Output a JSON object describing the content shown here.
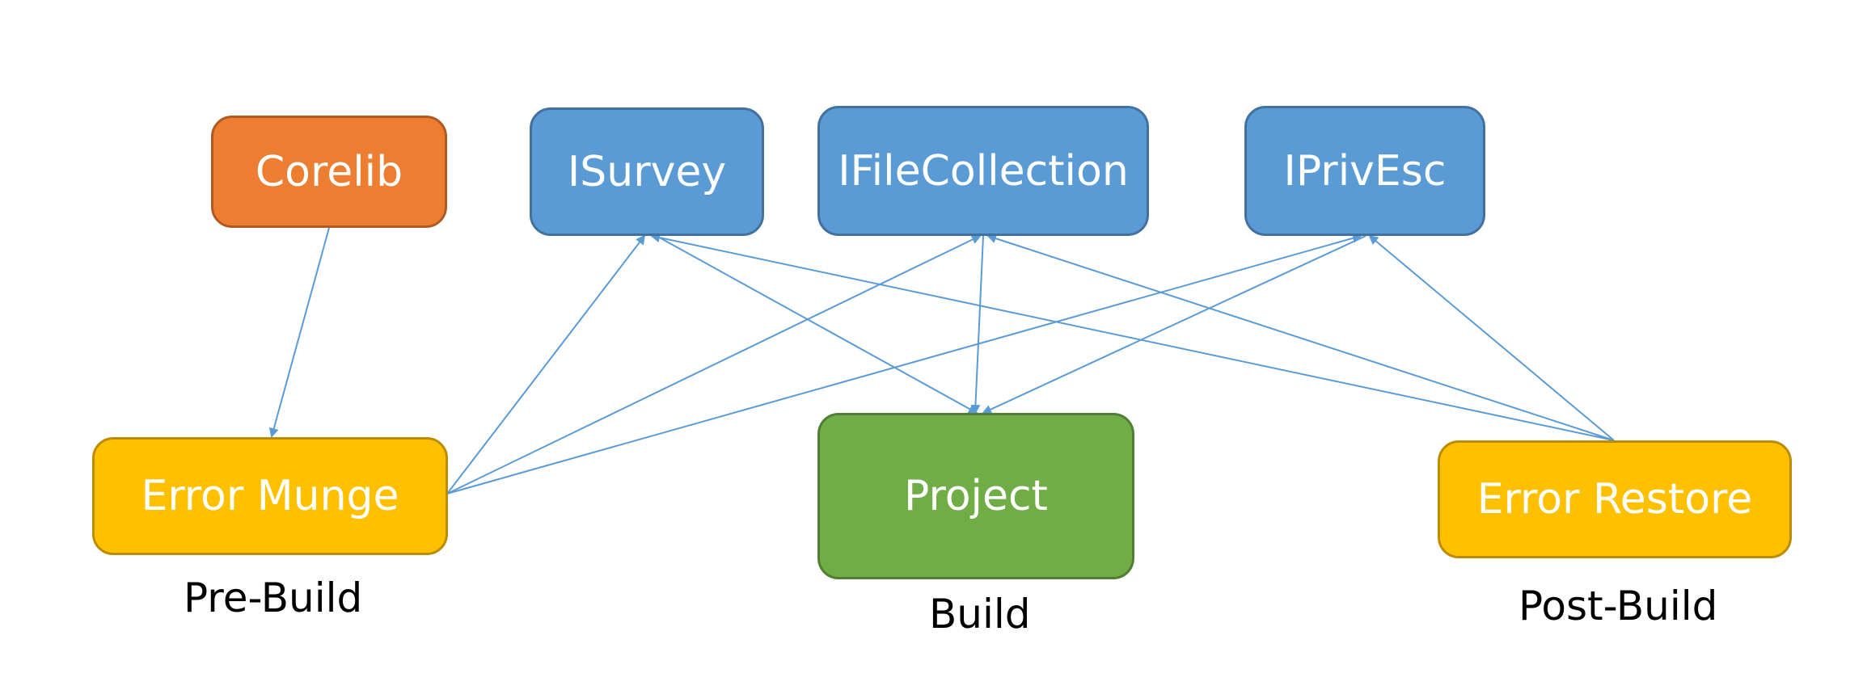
{
  "diagram": {
    "nodes": {
      "corelib": {
        "label": "Corelib",
        "fill": "#ED7D31",
        "border": "#AE5A21"
      },
      "isurvey": {
        "label": "ISurvey",
        "fill": "#5B9BD5",
        "border": "#41719C"
      },
      "ifilecollection": {
        "label": "IFileCollection",
        "fill": "#5B9BD5",
        "border": "#41719C"
      },
      "iprivesc": {
        "label": "IPrivEsc",
        "fill": "#5B9BD5",
        "border": "#41719C"
      },
      "error_munge": {
        "label": "Error Munge",
        "fill": "#FFC000",
        "border": "#BC8C00"
      },
      "project": {
        "label": "Project",
        "fill": "#70AD47",
        "border": "#507E32"
      },
      "error_restore": {
        "label": "Error Restore",
        "fill": "#FFC000",
        "border": "#BC8C00"
      }
    },
    "captions": {
      "pre_build": "Pre-Build",
      "build": "Build",
      "post_build": "Post-Build"
    },
    "edges": [
      {
        "from": "corelib",
        "to": "error_munge"
      },
      {
        "from": "error_munge",
        "to": "isurvey"
      },
      {
        "from": "error_munge",
        "to": "ifilecollection"
      },
      {
        "from": "error_munge",
        "to": "iprivesc"
      },
      {
        "from": "isurvey",
        "to": "project"
      },
      {
        "from": "ifilecollection",
        "to": "project"
      },
      {
        "from": "iprivesc",
        "to": "project"
      },
      {
        "from": "error_restore",
        "to": "isurvey"
      },
      {
        "from": "error_restore",
        "to": "ifilecollection"
      },
      {
        "from": "error_restore",
        "to": "iprivesc"
      }
    ],
    "edge_color": "#5B9BD5"
  }
}
